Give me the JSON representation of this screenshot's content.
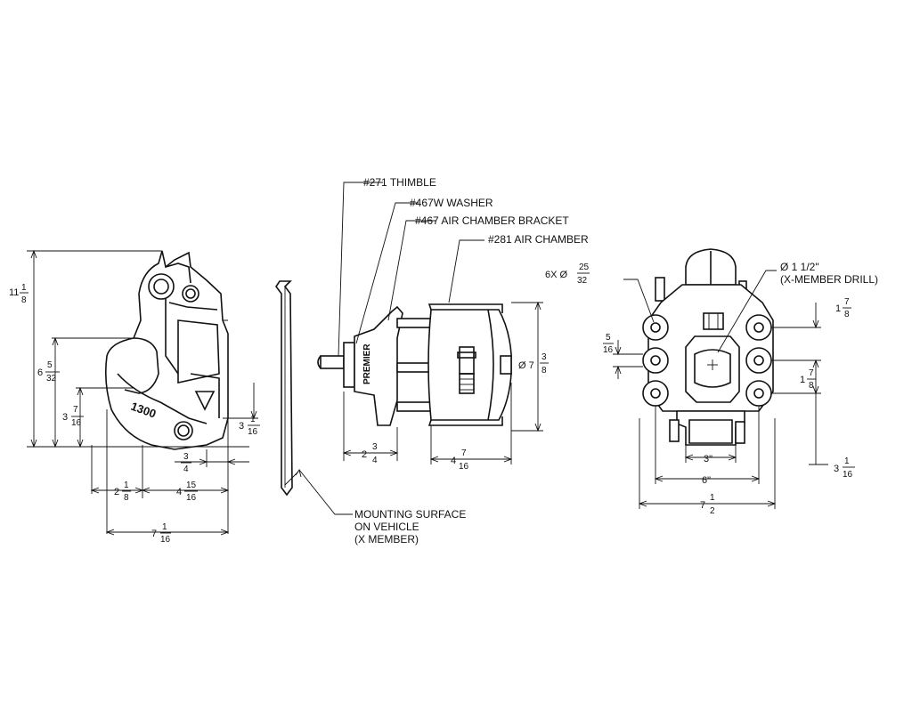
{
  "callouts": {
    "thimble": "#271 THIMBLE",
    "washer": "#467W WASHER",
    "bracket": "#467 AIR CHAMBER BRACKET",
    "air_chamber": "#281 AIR CHAMBER",
    "mounting_1": "MOUNTING SURFACE",
    "mounting_2": "ON VEHICLE",
    "mounting_3": "(X MEMBER)",
    "drill_1": "Ø 1 1/2\"",
    "drill_2": "(X-MEMBER DRILL)"
  },
  "markings": {
    "model": "1300",
    "brand": "PREMIER"
  },
  "dims": {
    "d_11_1_8": {
      "whole": "11",
      "num": "1",
      "den": "8"
    },
    "d_6_5_32": {
      "whole": "6",
      "num": "5",
      "den": "32"
    },
    "d_3_7_16": {
      "whole": "3",
      "num": "7",
      "den": "16"
    },
    "d_3_1_16_left": {
      "whole": "3",
      "num": "1",
      "den": "16"
    },
    "d_3_4": {
      "whole": "",
      "num": "3",
      "den": "4"
    },
    "d_2_1_8": {
      "whole": "2",
      "num": "1",
      "den": "8"
    },
    "d_4_15_16": {
      "whole": "4",
      "num": "15",
      "den": "16"
    },
    "d_7_1_16": {
      "whole": "7",
      "num": "1",
      "den": "16"
    },
    "d_2_3_4": {
      "whole": "2",
      "num": "3",
      "den": "4"
    },
    "d_4_7_16": {
      "whole": "4",
      "num": "7",
      "den": "16"
    },
    "d_dia_7_3_8": {
      "whole": "Ø 7",
      "num": "3",
      "den": "8"
    },
    "d_6x_25_32": {
      "whole": "6X Ø",
      "num": "25",
      "den": "32"
    },
    "d_5_16": {
      "whole": "",
      "num": "5",
      "den": "16"
    },
    "d_1_7_8_top": {
      "whole": "1",
      "num": "7",
      "den": "8"
    },
    "d_1_7_8_mid": {
      "whole": "1",
      "num": "7",
      "den": "8"
    },
    "d_3_1_16_right": {
      "whole": "3",
      "num": "1",
      "den": "16"
    },
    "d_3in": "3\"",
    "d_6in": "6\"",
    "d_7_1_2": {
      "whole": "7",
      "num": "1",
      "den": "2"
    }
  }
}
